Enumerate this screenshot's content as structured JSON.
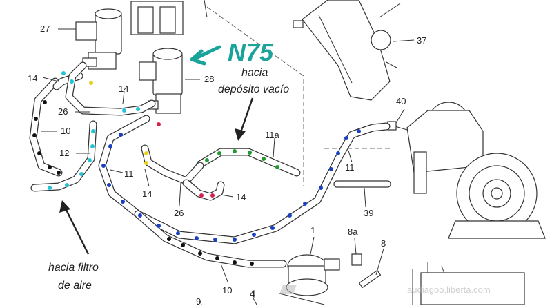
{
  "labels": {
    "n27": "27",
    "n14a": "14",
    "n14b": "14",
    "n28": "28",
    "n26a": "26",
    "n10a": "10",
    "n12": "12",
    "n11a": "11",
    "n14c": "14",
    "n26b": "26",
    "n14d": "14",
    "n11b": "11",
    "n11a2": "11a",
    "n40": "40",
    "n37": "37",
    "n39": "39",
    "n1": "1",
    "n8a": "8a",
    "n8": "8",
    "n10b": "10",
    "n4": "4",
    "n9": "9"
  },
  "notes": {
    "n75": "N75",
    "vacuum_line1": "hacia",
    "vacuum_line2": "depósito vacío",
    "filter_line1": "hacia filtro",
    "filter_line2": "de aire"
  },
  "watermark": "audiagoo.liberta.com",
  "colors": {
    "teal_annotation": "#1aa39a",
    "black_dots": "#111111",
    "cyan_dots": "#22c4d4",
    "blue_dots": "#1b3fc4",
    "green_dots": "#1e9a2e",
    "yellow_dots": "#e8d21c",
    "red_dots": "#d4204a"
  }
}
